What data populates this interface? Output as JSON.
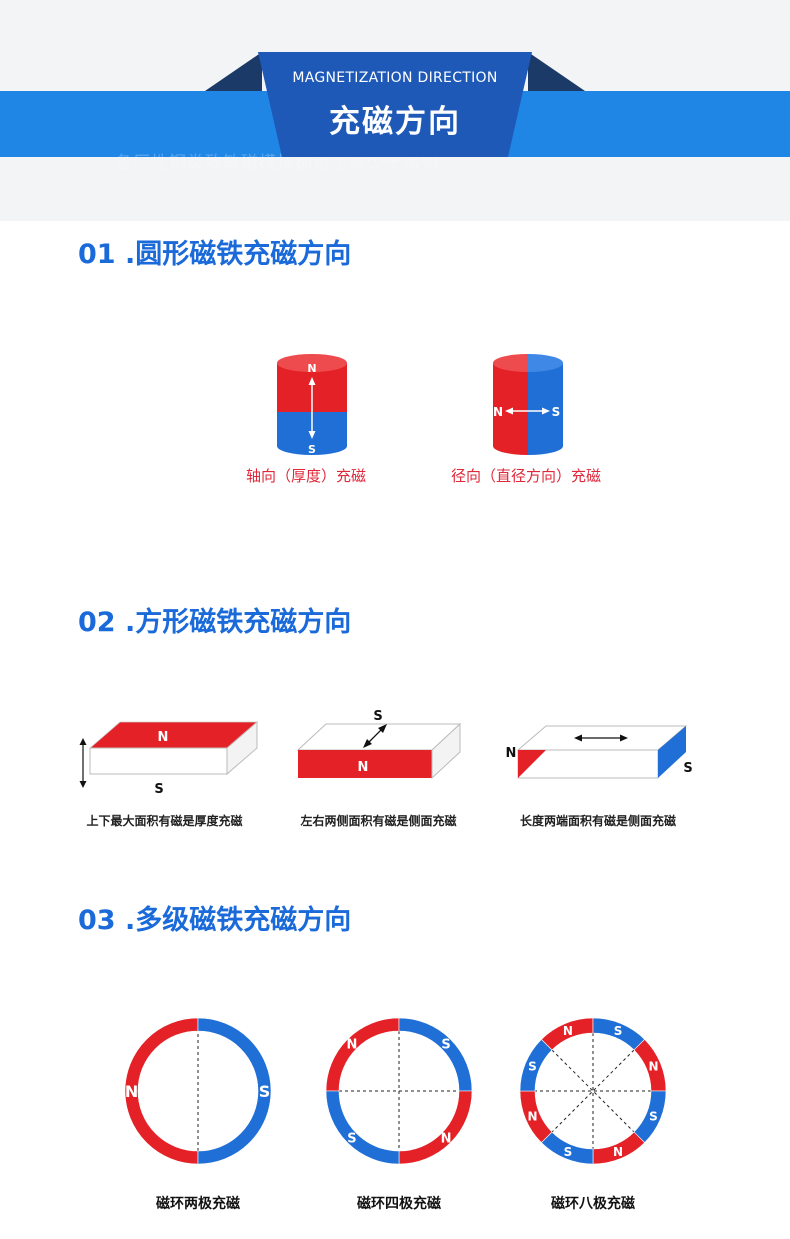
{
  "header": {
    "subtitle_en": "MAGNETIZATION DIRECTION",
    "title_cn": "充磁方向",
    "ghost_text": "各厂性钢类致敏磁模技都滑了需少十事如"
  },
  "sections": [
    {
      "title": "01 .圆形磁铁充磁方向",
      "items": [
        {
          "label": "轴向（厚度）充磁",
          "pole_top": "N",
          "pole_bottom": "S"
        },
        {
          "label": "径向（直径方向）充磁",
          "pole_left": "N",
          "pole_right": "S"
        }
      ]
    },
    {
      "title": "02 .方形磁铁充磁方向",
      "items": [
        {
          "label": "上下最大面积有磁是厚度充磁",
          "pole_a": "N",
          "pole_b": "S"
        },
        {
          "label": "左右两侧面积有磁是侧面充磁",
          "pole_a": "S",
          "pole_b": "N"
        },
        {
          "label": "长度两端面积有磁是侧面充磁",
          "pole_a": "N",
          "pole_b": "S"
        }
      ]
    },
    {
      "title": "03 .多级磁铁充磁方向",
      "items": [
        {
          "label": "磁环两极充磁",
          "poles": [
            "N",
            "S"
          ]
        },
        {
          "label": "磁环四极充磁",
          "poles": [
            "N",
            "S",
            "N",
            "S"
          ]
        },
        {
          "label": "磁环八极充磁",
          "poles": [
            "N",
            "S",
            "N",
            "S",
            "N",
            "S",
            "N",
            "S"
          ]
        }
      ]
    }
  ],
  "colors": {
    "red": "#e42127",
    "blue": "#1f6fd6",
    "title_blue": "#1a6ad9",
    "band_blue": "#1f86e6",
    "dark_navy": "#1b3a67"
  }
}
